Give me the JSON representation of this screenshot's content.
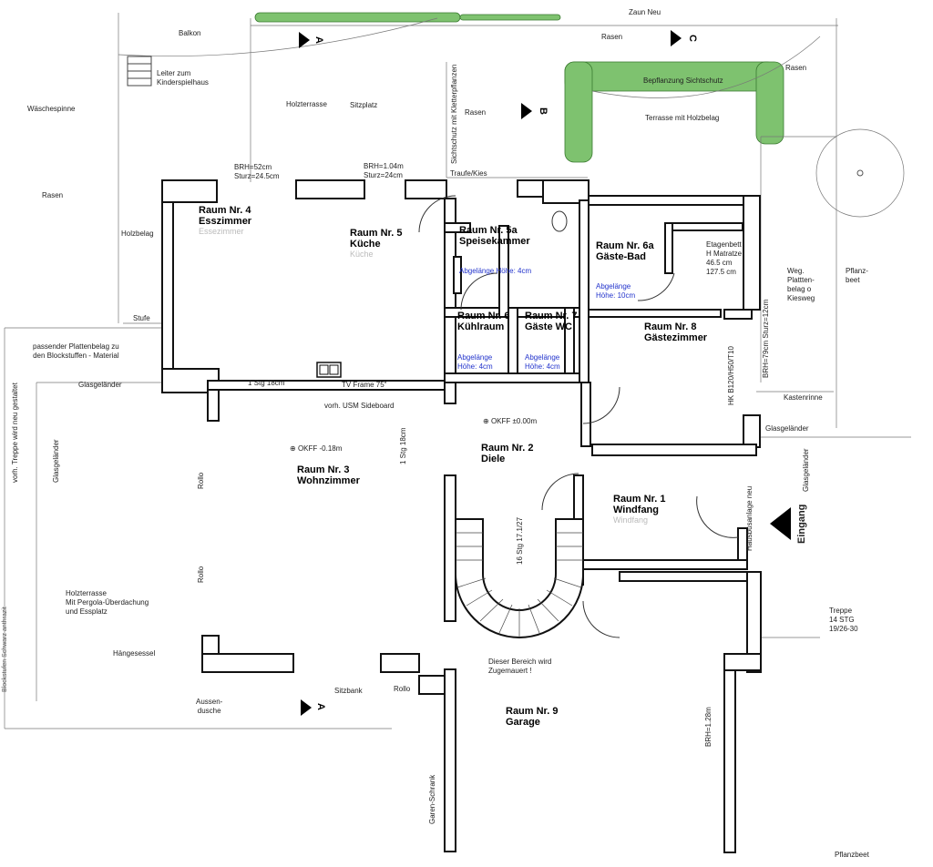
{
  "rooms": [
    {
      "title": "Raum Nr. 4",
      "name": "Esszimmer",
      "faded": "Essezimmer"
    },
    {
      "title": "Raum Nr. 5",
      "name": "Küche",
      "faded": "Küche"
    },
    {
      "title": "Raum Nr. 5a",
      "name": "Speisekammer"
    },
    {
      "title": "Raum Nr. 6a",
      "name": "Gäste-Bad"
    },
    {
      "title": "Raum Nr. 6",
      "name": "Kühlraum"
    },
    {
      "title": "Raum Nr. 7",
      "name": "Gäste WC"
    },
    {
      "title": "Raum Nr. 8",
      "name": "Gästezimmer"
    },
    {
      "title": "Raum Nr. 2",
      "name": "Diele"
    },
    {
      "title": "Raum Nr. 3",
      "name": "Wohnzimmer"
    },
    {
      "title": "Raum Nr. 1",
      "name": "Windfang",
      "faded": "Windfang"
    },
    {
      "title": "Raum Nr. 9",
      "name": "Garage"
    }
  ],
  "labels": {
    "balkon": "Balkon",
    "leiter": "Leiter zum",
    "leiter2": "Kinderspielhaus",
    "waeschespinne": "Wäschespinne",
    "holzterrasse": "Holzterrasse",
    "sitzplatz": "Sitzplatz",
    "sichtschutz": "Sichtschutz mit Kletterpflanzen",
    "rasen1": "Rasen",
    "rasen2": "Rasen",
    "rasen3": "Rasen",
    "rasen4": "Rasen",
    "zaun": "Zaun Neu",
    "bepflanzung": "Bepflanzung Sichtschutz",
    "terrasse_holz": "Terrasse mit Holzbelag",
    "traufe": "Traufe/Kies",
    "brh1a": "BRH=52cm",
    "brh1b": "Sturz=24.5cm",
    "brh2a": "BRH=1.04m",
    "brh2b": "Sturz=24cm",
    "holzbelag": "Holzbelag",
    "stufe": "Stufe",
    "platten1": "passender Plattenbelag zu",
    "platten2": "den Blockstuffen - Material",
    "glas1": "Glasgeländer",
    "glas2": "Glasgeländer",
    "glas3": "Glasgeländer",
    "glas4": "Glasgeländer",
    "treppe_neu": "vorh. Treppe wird neu gestaltet",
    "stg18": "1 Stg 18cm",
    "tvframe": "TV Frame 75\"",
    "usm": "vorh. USM Sideboard",
    "stg18v": "1 Stg 18cm",
    "okff0": "OKFF ±0.00m",
    "okff18": "OKFF -0.18m",
    "rollo1": "Rollo",
    "rollo2": "Rollo",
    "rollo3": "Rollo",
    "holzterrasse2": "Holzterrasse",
    "pergola": "Mit Pergola-Überdachung",
    "essplatz": "und Essplatz",
    "haengesessel": "Hängesessel",
    "aussendusche1": "Aussen-",
    "aussendusche2": "dusche",
    "sitzbank": "Sitzbank",
    "stg16": "16 Stg 17.1/27",
    "zugemauert1": "Dieser Bereich wird",
    "zugemauert2": "Zugemauert !",
    "garen": "Garen-Schrank",
    "brh128": "BRH=1.28m",
    "hausbus": "Hausbusanlage neu",
    "eingang": "Eingang",
    "treppe14a": "Treppe",
    "treppe14b": "14 STG",
    "treppe14c": "19/26-30",
    "kastenrinne": "Kastenrinne",
    "brh79a": "BRH=79cm",
    "brh79b": "Sturz=12cm",
    "hk": "HK B120/H50/T10",
    "etagenbett1": "Etagenbett",
    "etagenbett2": "H Matratze",
    "etagenbett3": "46.5 cm",
    "etagenbett4": "127.5 cm",
    "weg1": "Weg.",
    "weg2": "Plattten-",
    "weg3": "belag o",
    "weg4": "Kiesweg",
    "pflanz1": "Pflanz-",
    "pflanz2": "beet",
    "abgelaengt1": "Abgelänge Höhe: 4cm",
    "abgelaengt2a": "Abgelänge",
    "abgelaengt2b": "Höhe: 4cm",
    "abgelaengt3a": "Abgelänge",
    "abgelaengt3b": "Höhe: 4cm",
    "abgelaengt4a": "Abgelänge",
    "abgelaengt4b": "Höhe: 10cm",
    "blockstufe": "Blockstufen Schwarz anthrazit",
    "pflanzbeet_bottom": "Pflanzbeet"
  },
  "markers": {
    "a": "A",
    "b": "B",
    "c": "C"
  },
  "colors": {
    "hedge": "#7ec26f",
    "wall": "#111111",
    "note_blue": "#2233cc"
  }
}
